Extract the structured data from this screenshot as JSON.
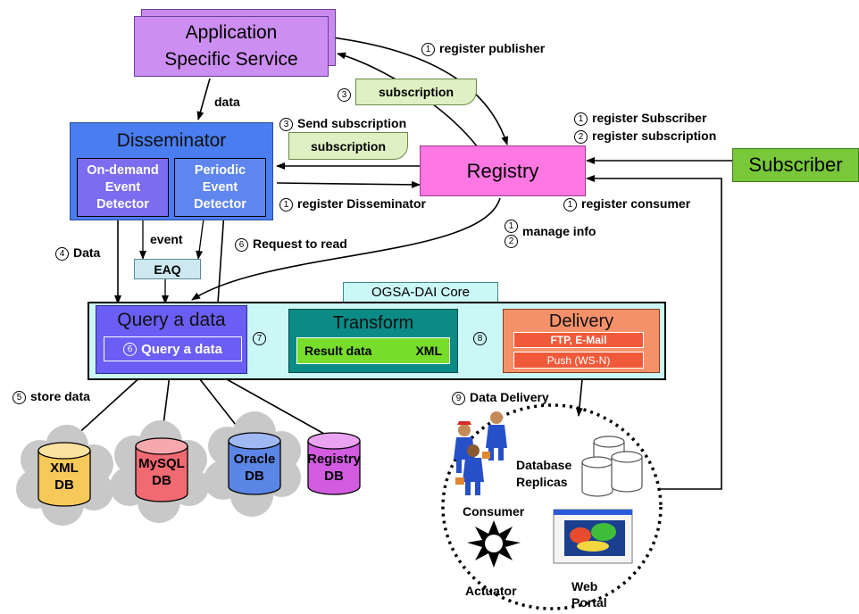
{
  "app_service": {
    "line1": "Application",
    "line2": "Specific Service"
  },
  "disseminator": {
    "title": "Disseminator",
    "on_demand": [
      "On-demand",
      "Event",
      "Detector"
    ],
    "periodic": [
      "Periodic",
      "Event",
      "Detector"
    ]
  },
  "registry": {
    "title": "Registry"
  },
  "subscriber": {
    "title": "Subscriber"
  },
  "subscription_note_1": "subscription",
  "subscription_note_2": "subscription",
  "eaq": "EAQ",
  "core": {
    "label": "OGSA-DAI Core",
    "query_title": "Query a data",
    "query_inner_num": "6",
    "query_inner": "Query a data",
    "transform_title": "Transform",
    "transform_inner_left": "Result data",
    "transform_inner_right": "XML",
    "delivery_title": "Delivery",
    "delivery_items": [
      "FTP, E-Mail",
      "Push (WS-N)"
    ]
  },
  "edge_labels": {
    "data": "data",
    "register_publisher": {
      "num": "1",
      "text": "register publisher"
    },
    "subscription_3": {
      "num": "3"
    },
    "send_subscription": {
      "num": "3",
      "text": "Send subscription"
    },
    "register_subscriber": {
      "num": "1",
      "text": "register Subscriber"
    },
    "register_subscription": {
      "num": "2",
      "text": "register subscription"
    },
    "register_disseminator": {
      "num": "1",
      "text": "register Disseminator"
    },
    "register_consumer": {
      "num": "1",
      "text": "register consumer"
    },
    "manage_info": {
      "num1": "1",
      "num2": "2",
      "text": "manage info"
    },
    "data4": {
      "num": "4",
      "text": "Data"
    },
    "event": "event",
    "request_to_read": {
      "num": "6",
      "text": "Request to read"
    },
    "step7": {
      "num": "7"
    },
    "step8": {
      "num": "8"
    },
    "store_data": {
      "num": "5",
      "text": "store data"
    },
    "data_delivery": {
      "num": "9",
      "text": "Data Delivery"
    }
  },
  "databases": [
    {
      "line1": "XML",
      "line2": "DB",
      "color": "#f7c95a"
    },
    {
      "line1": "MySQL",
      "line2": "DB",
      "color": "#f06a72"
    },
    {
      "line1": "Oracle",
      "line2": "DB",
      "color": "#5b86e6"
    },
    {
      "line1": "Registry",
      "line2": "DB",
      "color": "#d35be0"
    }
  ],
  "consumer_group": {
    "consumer": "Consumer",
    "db_replicas": [
      "Database",
      "Replicas"
    ],
    "actuator": "Actuator",
    "web_portal": [
      "Web",
      "Portal"
    ]
  },
  "colors": {
    "app_service": "#cc8ef0",
    "disseminator": "#4a7df0",
    "disseminator_inner": "#7b6cf0",
    "registry": "#ff77e2",
    "subscriber": "#78c83a",
    "note": "#dff0c2",
    "eaq": "#cde9ef",
    "core_bg": "#cbf7f7",
    "query": "#6a5ef5",
    "transform": "#0c8a86",
    "transform_inner": "#78dc2a",
    "delivery": "#f5916a",
    "delivery_inner": "#f05a3a"
  }
}
